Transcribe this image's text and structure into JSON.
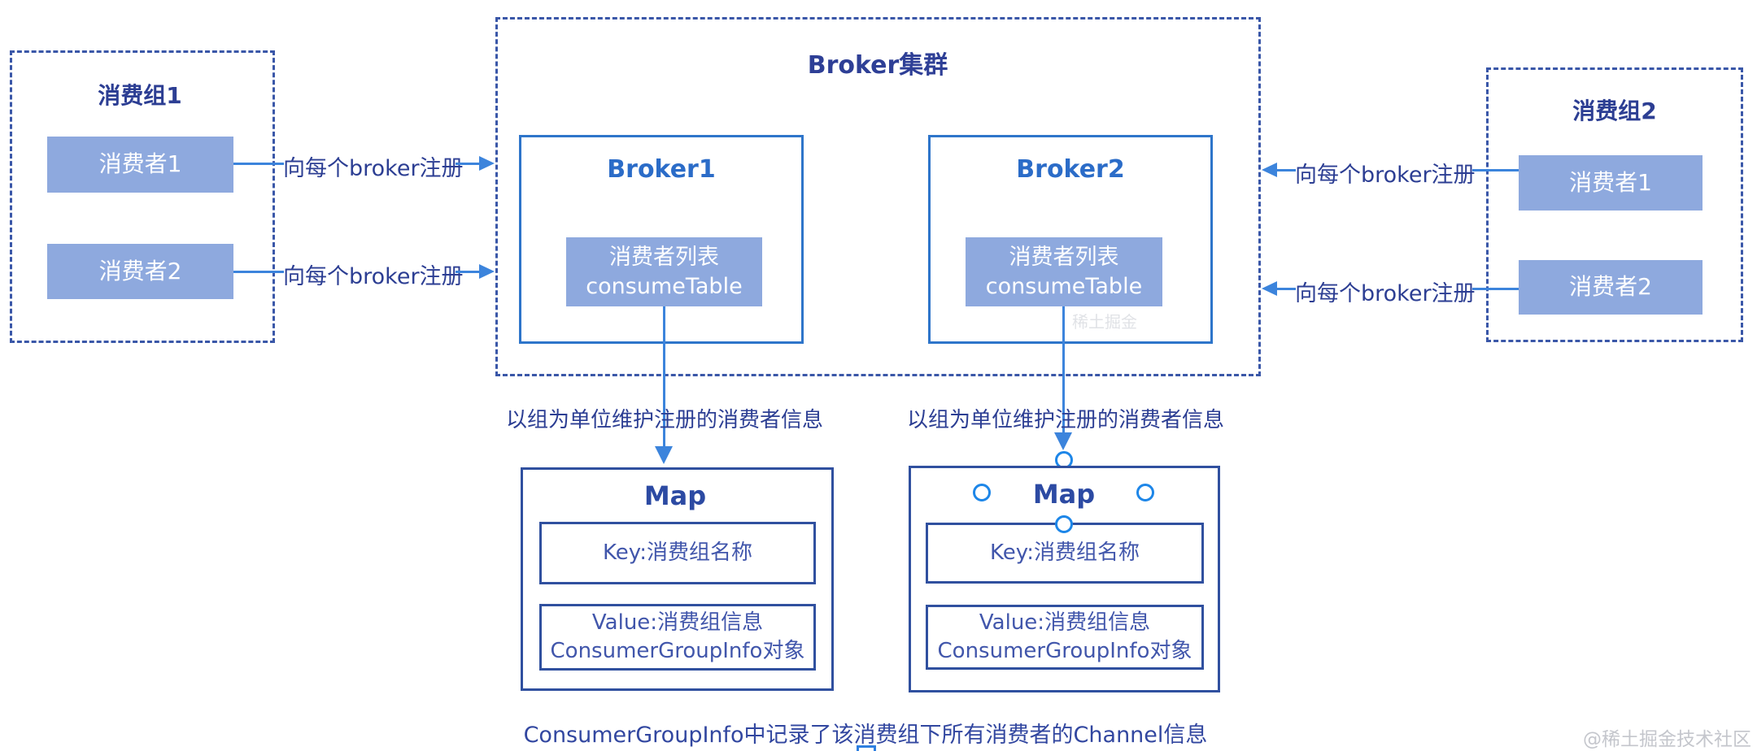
{
  "group1": {
    "title": "消费组1",
    "consumer1": "消费者1",
    "consumer2": "消费者2"
  },
  "group2": {
    "title": "消费组2",
    "consumer1": "消费者1",
    "consumer2": "消费者2"
  },
  "cluster": {
    "title": "Broker集群",
    "broker1": {
      "title": "Broker1",
      "list_line1": "消费者列表",
      "list_line2": "consumeTable"
    },
    "broker2": {
      "title": "Broker2",
      "list_line1": "消费者列表",
      "list_line2": "consumeTable"
    }
  },
  "labels": {
    "register": "向每个broker注册",
    "maintain": "以组为单位维护注册的消费者信息"
  },
  "map1": {
    "title": "Map",
    "key": "Key:消费组名称",
    "value_line1": "Value:消费组信息",
    "value_line2": "ConsumerGroupInfo对象"
  },
  "map2": {
    "title": "Map",
    "key": "Key:消费组名称",
    "value_line1": "Value:消费组信息",
    "value_line2": "ConsumerGroupInfo对象"
  },
  "notes": {
    "bottom": "ConsumerGroupInfo中记录了该消费组下所有消费者的Channel信息"
  },
  "watermarks": {
    "corner": "@稀土掘金技术社区",
    "inline": "稀土掘金"
  },
  "colors": {
    "dashed_border": "#3a57a8",
    "broker_border": "#2e75ca",
    "map_border": "#30509f",
    "fill_box": "#8ea9de",
    "line_blue": "#3c84dc",
    "handle_blue": "#1d86e8",
    "navy_text": "#2c3e93",
    "broker_title_blue": "#2b6cc8"
  }
}
